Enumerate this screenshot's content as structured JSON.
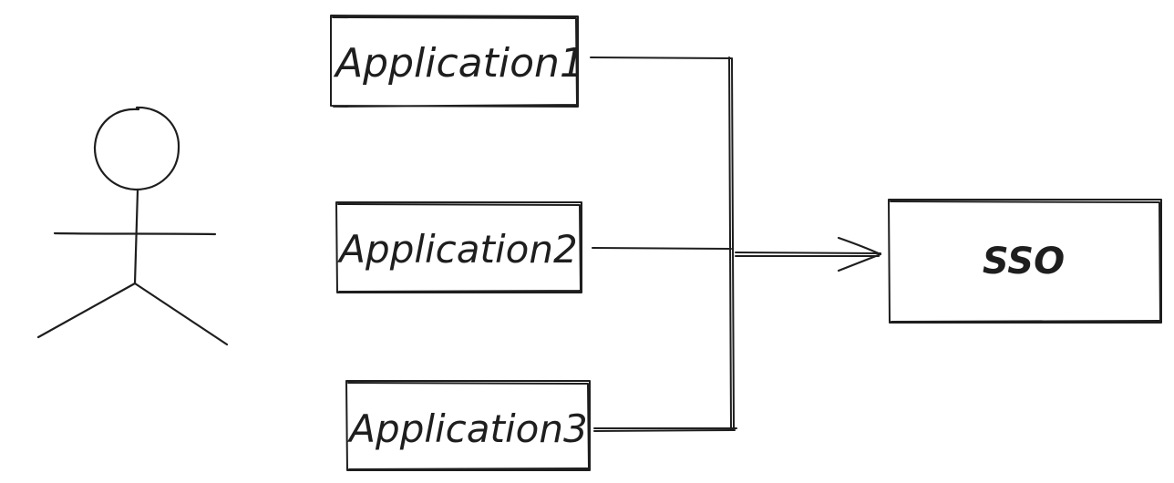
{
  "diagram": {
    "nodes": {
      "app1": {
        "label": "Application1"
      },
      "app2": {
        "label": "Application2"
      },
      "app3": {
        "label": "Application3"
      },
      "sso": {
        "label": "SSO"
      }
    },
    "edges": [
      {
        "from": "app1",
        "to": "sso"
      },
      {
        "from": "app2",
        "to": "sso"
      },
      {
        "from": "app3",
        "to": "sso"
      }
    ],
    "actor": {
      "icon": "stick-figure-icon"
    },
    "colors": {
      "stroke": "#1e1e1e",
      "background": "#ffffff"
    }
  }
}
